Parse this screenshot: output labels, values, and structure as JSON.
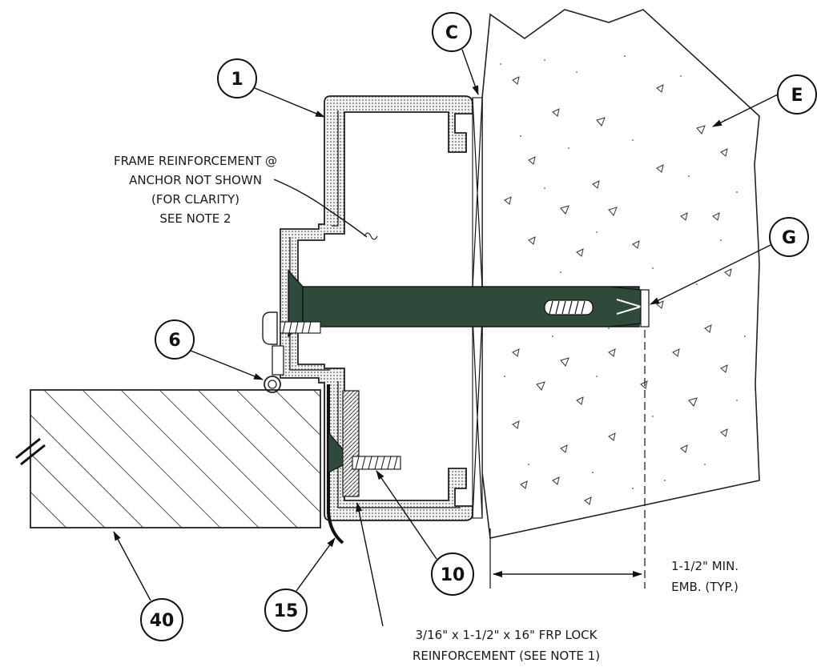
{
  "bubbles": {
    "b1": "1",
    "b6": "6",
    "bC": "C",
    "bE": "E",
    "bG": "G",
    "b10": "10",
    "b15": "15",
    "b40": "40"
  },
  "notes": {
    "frame_reinf_1": "FRAME REINFORCEMENT @",
    "frame_reinf_2": "ANCHOR NOT SHOWN",
    "frame_reinf_3": "(FOR CLARITY)",
    "frame_reinf_4": "SEE NOTE 2",
    "frp_1": "3/16\" x 1-1/2\" x 16\" FRP LOCK",
    "frp_2": "REINFORCEMENT (SEE NOTE 1)",
    "emb_1": "1-1/2\" MIN.",
    "emb_2": "EMB. (TYP.)"
  },
  "colors": {
    "anchor": "#2f4a3a",
    "frame_fill": "#e9e9e9",
    "frame_stroke": "#222222",
    "hatch": "#222222"
  }
}
